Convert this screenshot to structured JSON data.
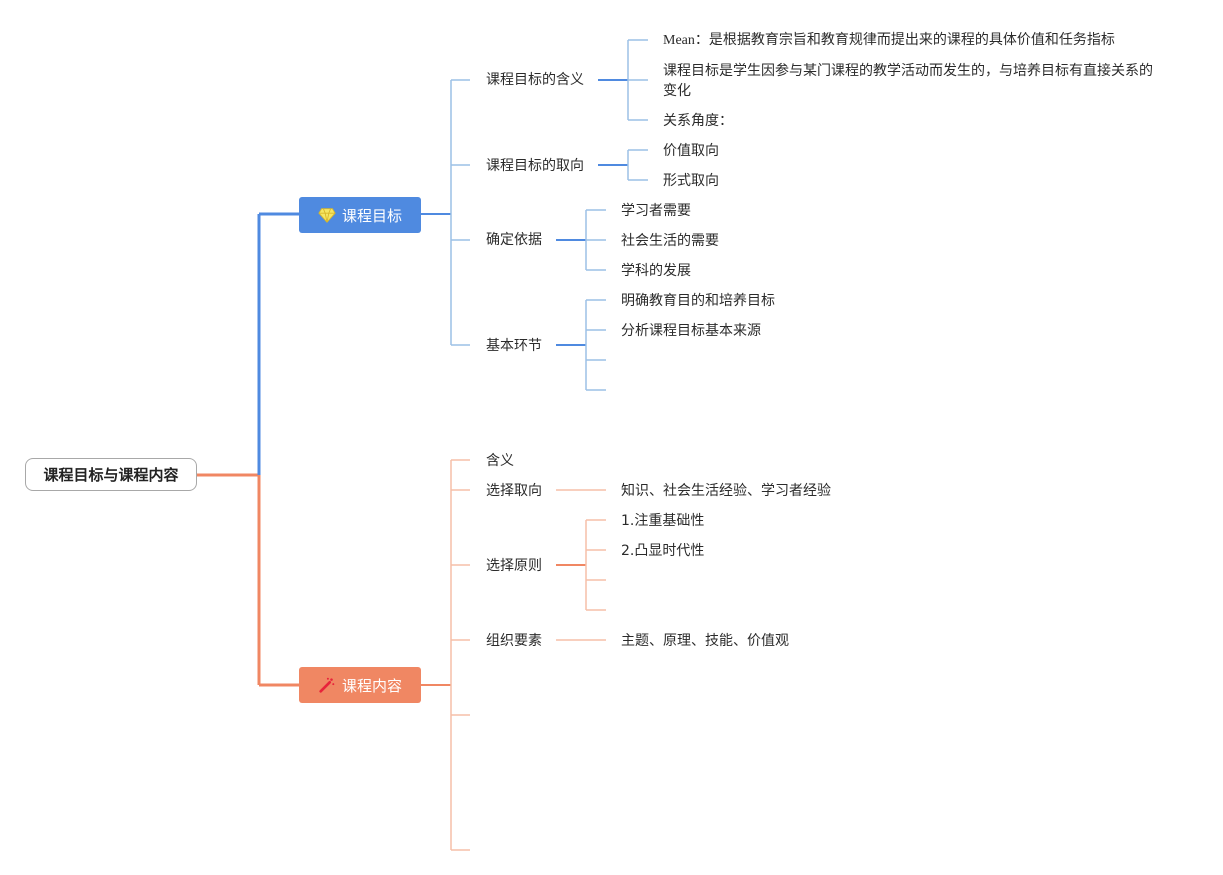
{
  "root": {
    "label": "课程目标与课程内容"
  },
  "branches": [
    {
      "label": "课程目标",
      "icon": "gem-icon",
      "color": "#4f8ae0",
      "topics": [
        {
          "label": "课程目标的含义",
          "children": [
            "Mean：是根据教育宗旨和教育规律而提出来的课程的具体价值和任务指标",
            "课程目标是学生因参与某门课程的教学活动而发生的，与培养目标有直接关系的变化",
            "关系角度："
          ]
        },
        {
          "label": "课程目标的取向",
          "children": [
            "价值取向",
            "形式取向"
          ]
        },
        {
          "label": "确定依据",
          "children": [
            "学习者需要",
            "社会生活的需要",
            "学科的发展"
          ]
        },
        {
          "label": "基本环节",
          "children": [
            "明确教育目的和培养目标",
            "分析课程目标基本来源",
            "",
            ""
          ]
        }
      ]
    },
    {
      "label": "课程内容",
      "icon": "pencil-sparkle-icon",
      "color": "#f08763",
      "topics": [
        {
          "label": "含义",
          "children": []
        },
        {
          "label": "选择取向",
          "children": [
            "知识、社会生活经验、学习者经验"
          ]
        },
        {
          "label": "选择原则",
          "children": [
            "1.注重基础性",
            "2.凸显时代性",
            "",
            ""
          ]
        },
        {
          "label": "组织要素",
          "children": [
            "主题、原理、技能、价值观"
          ]
        },
        {
          "label": "",
          "children": []
        },
        {
          "label": "",
          "children": []
        }
      ]
    }
  ]
}
